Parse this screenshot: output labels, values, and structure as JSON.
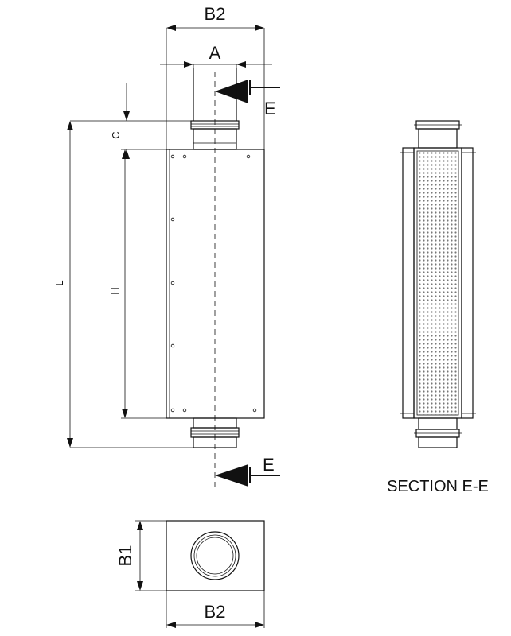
{
  "labels": {
    "b2_top": "B2",
    "a": "A",
    "e_top": "E",
    "c": "C",
    "l": "L",
    "h": "H",
    "e_bottom": "E",
    "section_title": "SECTION E-E",
    "b1": "B1",
    "b2_bottom": "B2"
  }
}
